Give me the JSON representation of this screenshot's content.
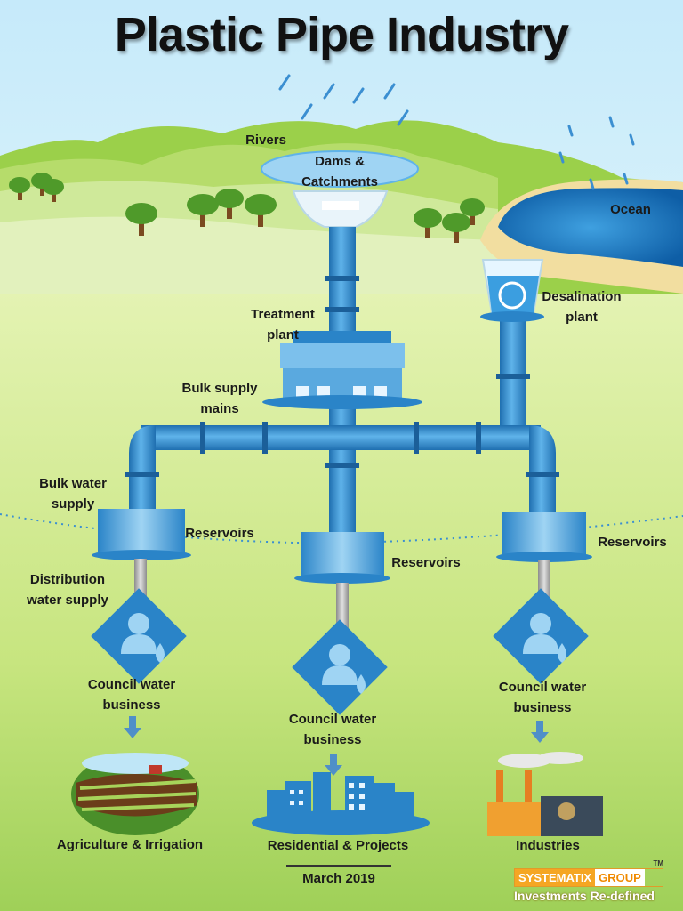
{
  "title": "Plastic Pipe Industry",
  "labels": {
    "rivers": "Rivers",
    "dams": [
      "Dams &",
      "Catchments"
    ],
    "ocean": "Ocean",
    "desalination": [
      "Desalination",
      "plant"
    ],
    "treatment": [
      "Treatment",
      "plant"
    ],
    "bulk_mains": [
      "Bulk supply",
      "mains"
    ],
    "bulk_water": [
      "Bulk water",
      "supply"
    ],
    "reservoirs_left": "Reservoirs",
    "reservoirs_center": "Reservoirs",
    "reservoirs_right": "Reservoirs",
    "distribution": [
      "Distribution",
      "water supply"
    ],
    "council_left": [
      "Council water",
      "business"
    ],
    "council_center": [
      "Council water",
      "business"
    ],
    "council_right": [
      "Council water",
      "business"
    ],
    "agriculture": "Agriculture & Irrigation",
    "residential": "Residential & Projects",
    "industries": "Industries",
    "date": "March 2019"
  },
  "brand": {
    "part1": "SYSTEMATIX",
    "part2": "GROUP",
    "tagline": "Investments Re-defined",
    "tm": "TM"
  },
  "colors": {
    "sky": "#bfe6f7",
    "grass": "#cde98a",
    "pipe": "#3b8fd1",
    "hills": "#8cc63f",
    "ocean": "#1f78c1",
    "brand": "#f5a623"
  }
}
